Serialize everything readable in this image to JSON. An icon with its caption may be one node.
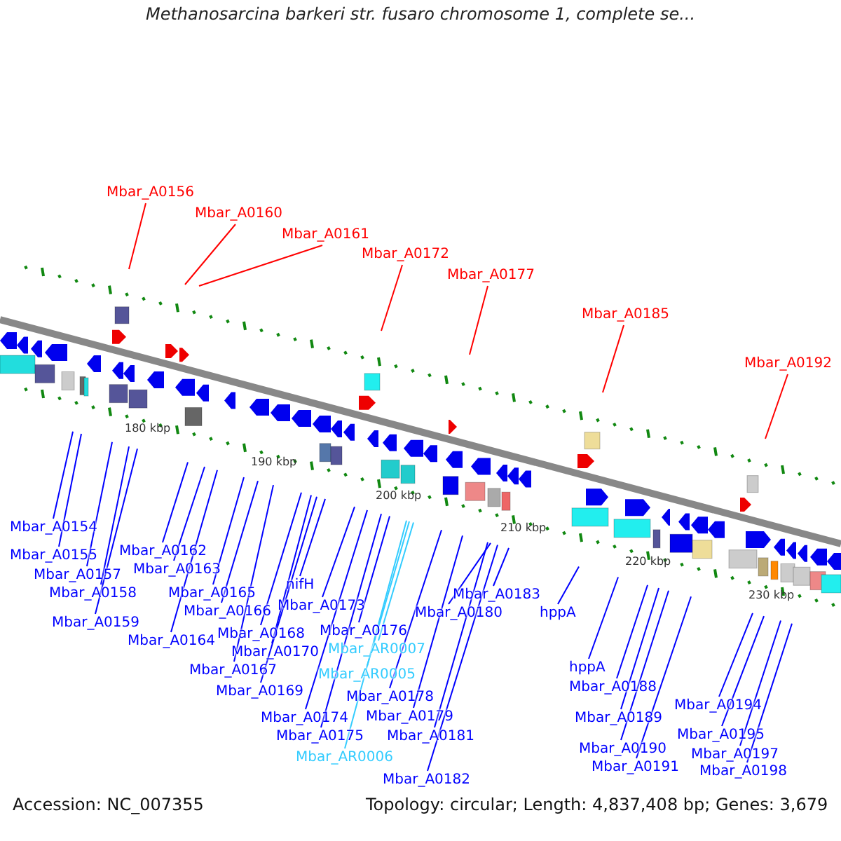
{
  "diagram": {
    "title": "Methanosarcina barkeri str. fusaro chromosome 1, complete se...",
    "nodes": [
      {
        "text": [
          "Mbar_A0156"
        ]
      },
      {
        "text": [
          "Mbar_A0160"
        ]
      },
      {
        "text": [
          "Mbar_A0161"
        ]
      },
      {
        "text": [
          "Mbar_A0172"
        ]
      },
      {
        "text": [
          "Mbar_A0177"
        ]
      },
      {
        "text": [
          "Mbar_A0185"
        ]
      },
      {
        "text": [
          "Mbar_A0192"
        ]
      },
      {
        "text": [
          "Mbar_A0154"
        ]
      },
      {
        "text": [
          "Mbar_A0155"
        ]
      },
      {
        "text": [
          "Mbar_A0157"
        ]
      },
      {
        "text": [
          "Mbar_A0158"
        ]
      },
      {
        "text": [
          "Mbar_A0159"
        ]
      },
      {
        "text": [
          "Mbar_A0162"
        ]
      },
      {
        "text": [
          "Mbar_A0163"
        ]
      },
      {
        "text": [
          "Mbar_A0164"
        ]
      },
      {
        "text": [
          "Mbar_A0165"
        ]
      },
      {
        "text": [
          "Mbar_A0166"
        ]
      },
      {
        "text": [
          "Mbar_A0167"
        ]
      },
      {
        "text": [
          "Mbar_A0168"
        ]
      },
      {
        "text": [
          "Mbar_A0170"
        ]
      },
      {
        "text": [
          "Mbar_A0169"
        ]
      },
      {
        "text": [
          "nifH"
        ]
      },
      {
        "text": [
          "Mbar_A0173"
        ]
      },
      {
        "text": [
          "Mbar_A0174"
        ]
      },
      {
        "text": [
          "Mbar_A0175"
        ]
      },
      {
        "text": [
          "Mbar_A0176"
        ]
      },
      {
        "text": [
          "Mbar_AR0007"
        ]
      },
      {
        "text": [
          "Mbar_AR0005"
        ]
      },
      {
        "text": [
          "Mbar_AR0006"
        ]
      },
      {
        "text": [
          "Mbar_A0178"
        ]
      },
      {
        "text": [
          "Mbar_A0179"
        ]
      },
      {
        "text": [
          "Mbar_A0180"
        ]
      },
      {
        "text": [
          "Mbar_A0181"
        ]
      },
      {
        "text": [
          "Mbar_A0182"
        ]
      },
      {
        "text": [
          "Mbar_A0183"
        ]
      },
      {
        "text": [
          "hppA"
        ]
      },
      {
        "text": [
          "hppA"
        ]
      },
      {
        "text": [
          "Mbar_A0188"
        ]
      },
      {
        "text": [
          "Mbar_A0189"
        ]
      },
      {
        "text": [
          "Mbar_A0190"
        ]
      },
      {
        "text": [
          "Mbar_A0191"
        ]
      },
      {
        "text": [
          "Mbar_A0194"
        ]
      },
      {
        "text": [
          "Mbar_A0195"
        ]
      },
      {
        "text": [
          "Mbar_A0197"
        ]
      },
      {
        "text": [
          "Mbar_A0198"
        ]
      }
    ],
    "edges": [
      {
        "from": 0,
        "to": null,
        "arrow": "none",
        "color": "#ff0000"
      },
      {
        "from": 1,
        "to": null,
        "arrow": "none",
        "color": "#ff0000"
      },
      {
        "from": 2,
        "to": null,
        "arrow": "none",
        "color": "#ff0000"
      },
      {
        "from": 3,
        "to": null,
        "arrow": "none",
        "color": "#ff0000"
      },
      {
        "from": 4,
        "to": null,
        "arrow": "none",
        "color": "#ff0000"
      },
      {
        "from": 5,
        "to": null,
        "arrow": "none",
        "color": "#ff0000"
      },
      {
        "from": 6,
        "to": null,
        "arrow": "none",
        "color": "#ff0000"
      },
      {
        "from": 7,
        "to": null,
        "arrow": "none"
      },
      {
        "from": 8,
        "to": null,
        "arrow": "none"
      },
      {
        "from": 9,
        "to": null,
        "arrow": "none"
      },
      {
        "from": 10,
        "to": null,
        "arrow": "none"
      },
      {
        "from": 11,
        "to": null,
        "arrow": "none"
      },
      {
        "from": 12,
        "to": null,
        "arrow": "none"
      },
      {
        "from": 13,
        "to": null,
        "arrow": "none"
      },
      {
        "from": 14,
        "to": null,
        "arrow": "none"
      },
      {
        "from": 15,
        "to": null,
        "arrow": "none"
      },
      {
        "from": 16,
        "to": null,
        "arrow": "none"
      },
      {
        "from": 17,
        "to": null,
        "arrow": "none"
      },
      {
        "from": 18,
        "to": null,
        "arrow": "none"
      },
      {
        "from": 19,
        "to": null,
        "arrow": "none"
      },
      {
        "from": 20,
        "to": null,
        "arrow": "none"
      },
      {
        "from": 21,
        "to": null,
        "arrow": "none"
      },
      {
        "from": 22,
        "to": null,
        "arrow": "none"
      },
      {
        "from": 23,
        "to": null,
        "arrow": "none"
      },
      {
        "from": 24,
        "to": null,
        "arrow": "none"
      },
      {
        "from": 25,
        "to": null,
        "arrow": "none"
      },
      {
        "from": 26,
        "to": null,
        "arrow": "none",
        "color": "#33ccff"
      },
      {
        "from": 27,
        "to": null,
        "arrow": "none",
        "color": "#33ccff"
      },
      {
        "from": 28,
        "to": null,
        "arrow": "none",
        "color": "#33ccff"
      },
      {
        "from": 29,
        "to": null,
        "arrow": "none"
      },
      {
        "from": 30,
        "to": null,
        "arrow": "none"
      },
      {
        "from": 31,
        "to": null,
        "arrow": "none"
      },
      {
        "from": 32,
        "to": null,
        "arrow": "none"
      },
      {
        "from": 33,
        "to": null,
        "arrow": "none"
      },
      {
        "from": 34,
        "to": null,
        "arrow": "none"
      },
      {
        "from": 35,
        "to": null,
        "arrow": "none"
      },
      {
        "from": 36,
        "to": null,
        "arrow": "none"
      },
      {
        "from": 37,
        "to": null,
        "arrow": "none"
      },
      {
        "from": 38,
        "to": null,
        "arrow": "none"
      },
      {
        "from": 39,
        "to": null,
        "arrow": "none"
      },
      {
        "from": 40,
        "to": null,
        "arrow": "none"
      },
      {
        "from": 41,
        "to": null,
        "arrow": "none"
      },
      {
        "from": 42,
        "to": null,
        "arrow": "none"
      },
      {
        "from": 43,
        "to": null,
        "arrow": "none"
      },
      {
        "from": 44,
        "to": null,
        "arrow": "none"
      }
    ],
    "labels": [
      "180 kbp",
      "190 kbp",
      "200 kbp",
      "210 kbp",
      "220 kbp",
      "230 kbp",
      "Accession: NC_007355",
      "Topology: circular; Length: 4,837,408 bp; Genes: 3,679"
    ]
  }
}
